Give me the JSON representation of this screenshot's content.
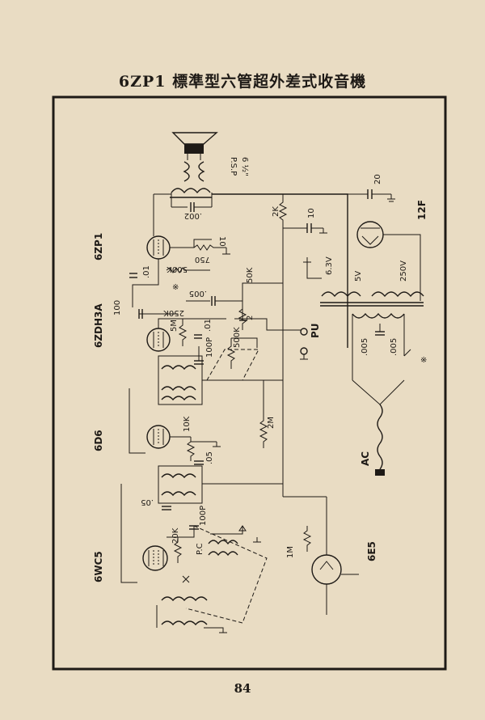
{
  "title": "6ZP1 標準型六管超外差式收音機",
  "page_number": "84",
  "tubes": {
    "t1": "6ZP1",
    "t2": "6ZDH3A",
    "t3": "6D6",
    "t4": "6WC5",
    "t5": "6E5",
    "rect": "12F"
  },
  "speaker": {
    "line1": "P.S.P",
    "line2": "6 ½\""
  },
  "labels": {
    "c002": ".002",
    "r2k": "2K",
    "c10a": "10",
    "c20": "20",
    "c10b": "10",
    "r500k": "500K",
    "r750": "750",
    "c01a": ".01",
    "star1": "※",
    "c005a": ".005",
    "r50k": "50K",
    "c100a": "100",
    "r250k": "250K",
    "r5m": "5M",
    "c01b": ".01",
    "c2": "2",
    "pu": "PU",
    "r500kvol": "500K",
    "c100p": "100P",
    "v63": "6.3V",
    "v5": "5V",
    "v250": "250V",
    "c005b": ".005",
    "c005c": ".005",
    "star2": "※",
    "r10k": "10K",
    "c05a": ".05",
    "r2m": "2M",
    "c05b": ".05",
    "c100p2": "100P",
    "r20k": "20K",
    "pc": "P.C",
    "r1m": "1M",
    "ac": "AC"
  }
}
